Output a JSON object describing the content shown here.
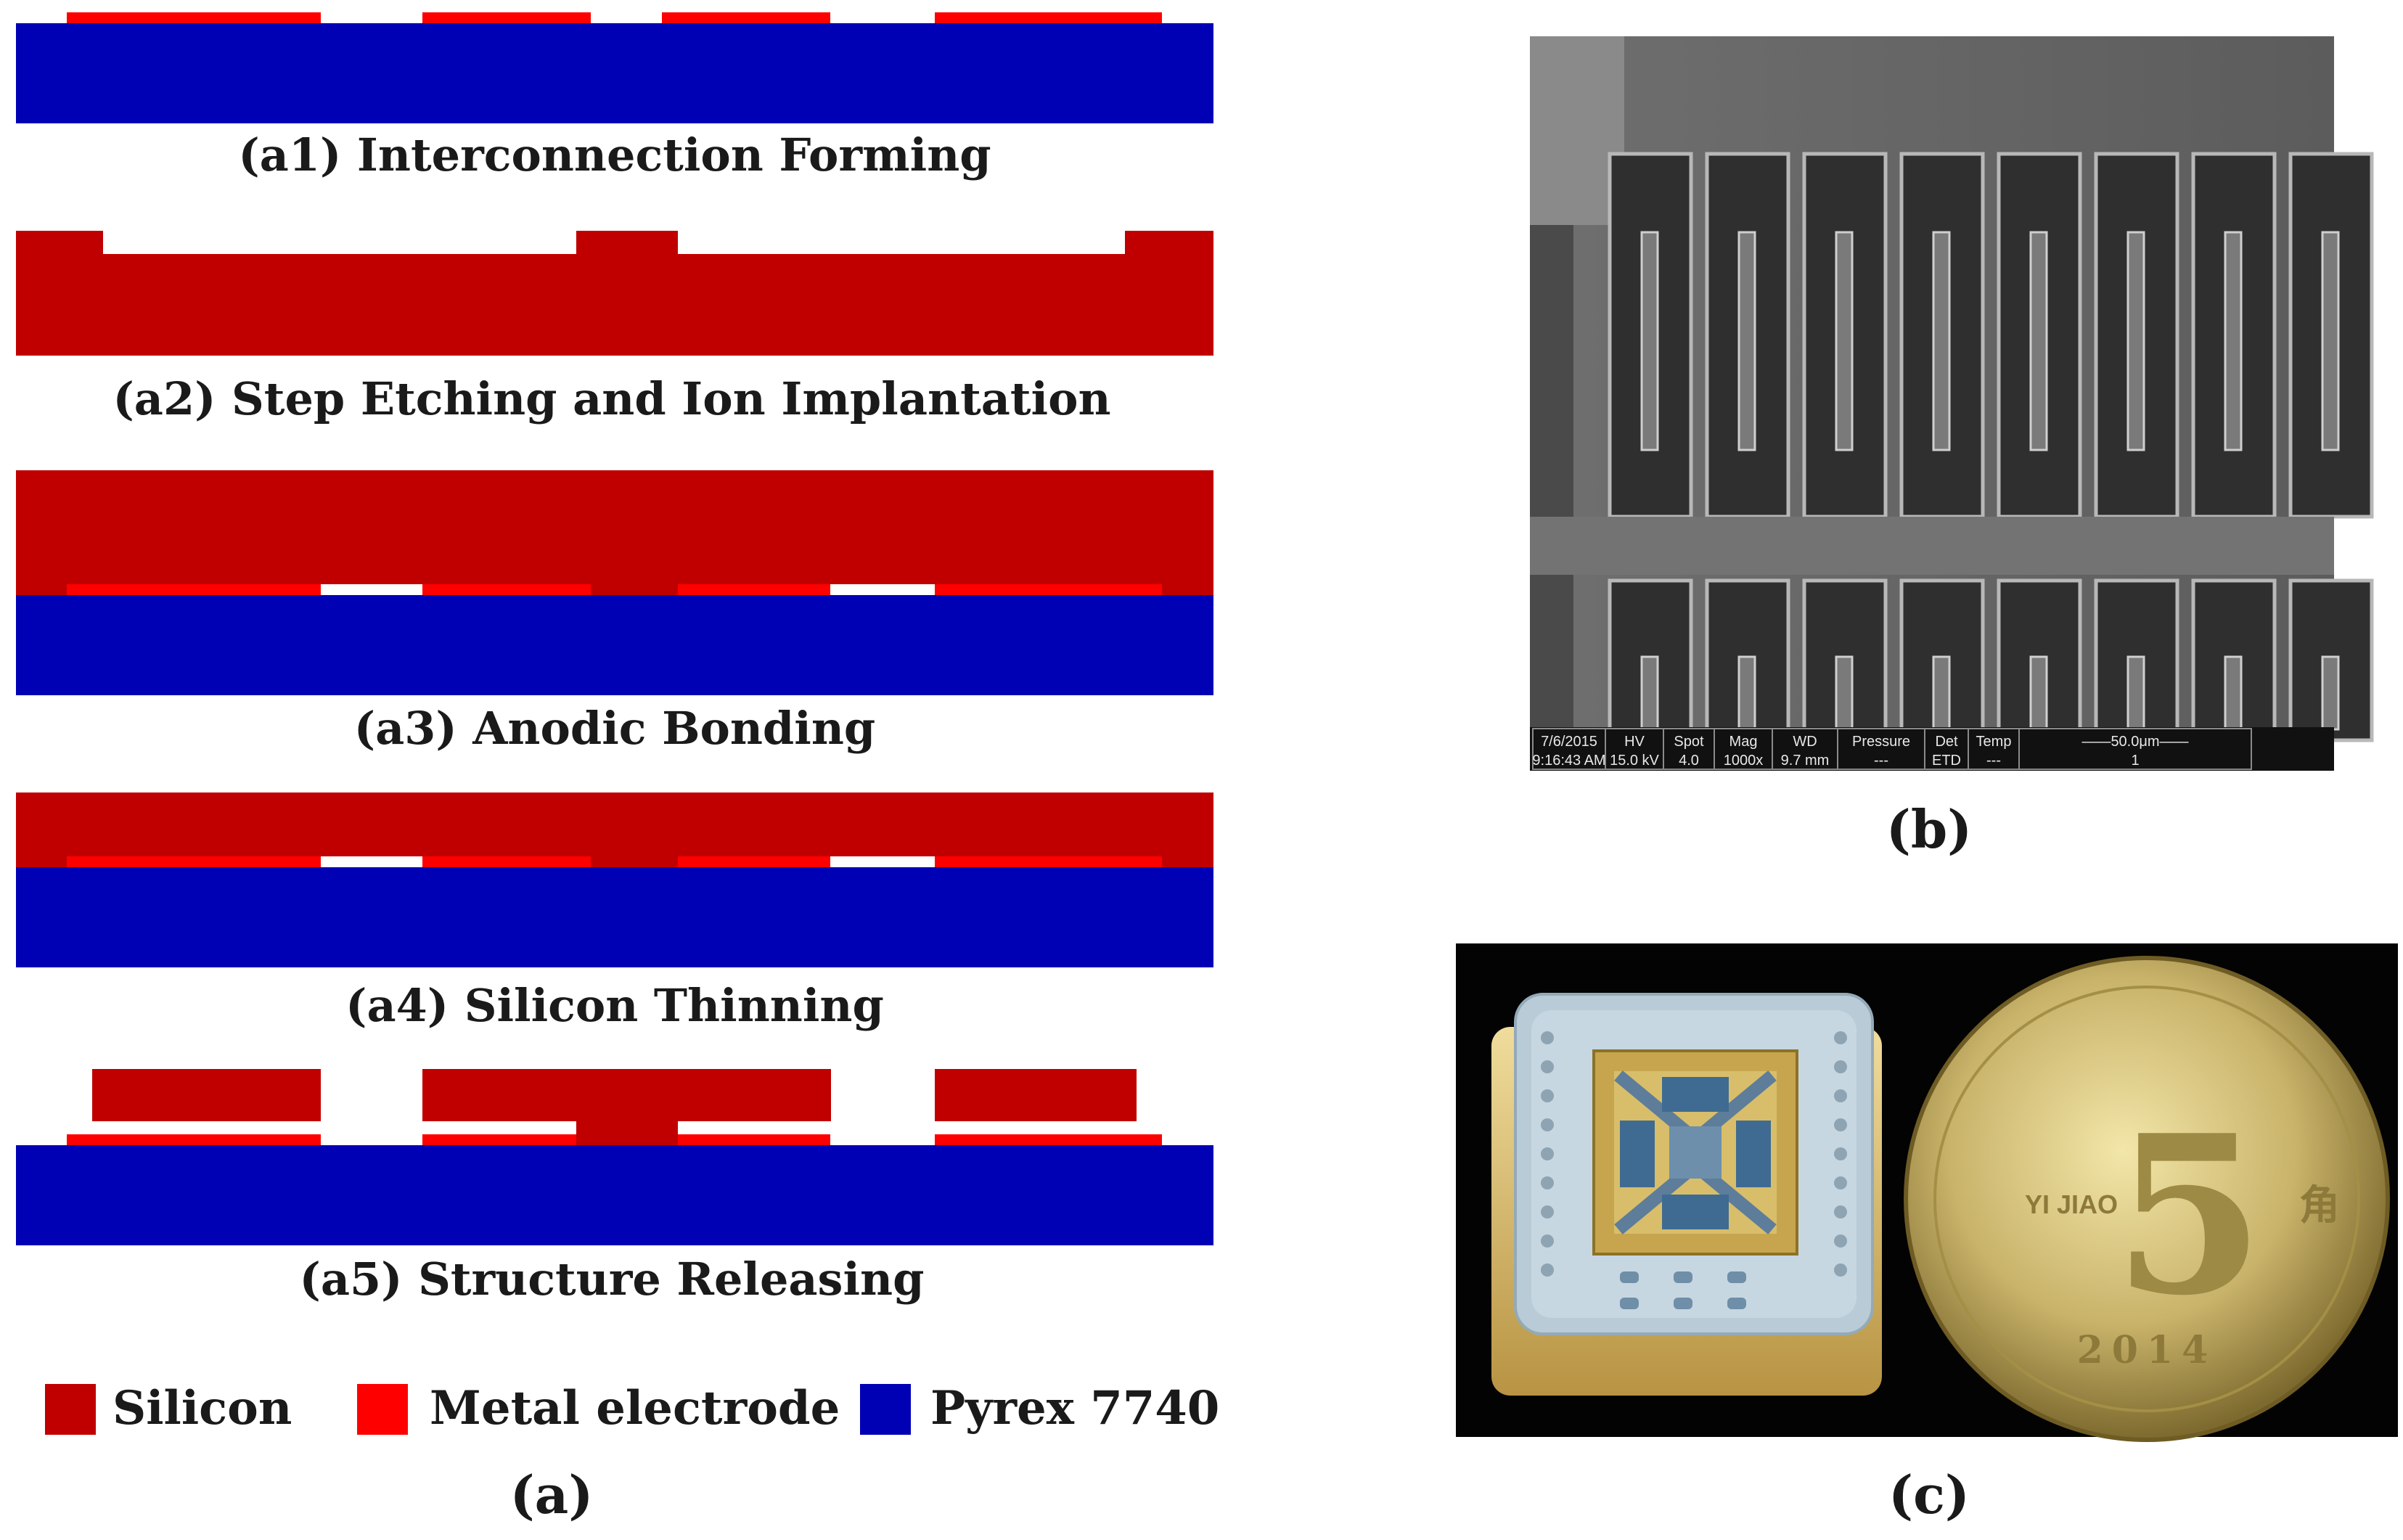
{
  "colors": {
    "silicon": "#c00000",
    "metal_electrode": "#ff0000",
    "pyrex": "#0000b4",
    "sem_background": "#555555",
    "photo_background": "#000000"
  },
  "process_steps": [
    {
      "label": "(a1)  Interconnection Forming"
    },
    {
      "label": "(a2) Step Etching and Ion Implantation"
    },
    {
      "label": "(a3) Anodic Bonding"
    },
    {
      "label": "(a4) Silicon Thinning"
    },
    {
      "label": "(a5) Structure Releasing"
    }
  ],
  "legend": [
    {
      "label": "Silicon",
      "color": "#c00000"
    },
    {
      "label": "Metal electrode",
      "color": "#ff0000"
    },
    {
      "label": "Pyrex 7740",
      "color": "#0000b4"
    }
  ],
  "panel_labels": {
    "a": "(a)",
    "b": "(b)",
    "c": "(c)"
  },
  "sem_info_bar": {
    "headers": [
      "7/6/2015",
      "HV",
      "Spot",
      "Mag",
      "WD",
      "Pressure",
      "Det",
      "Temp",
      "——50.0μm——"
    ],
    "values": [
      "9:16:43 AM",
      "15.0 kV",
      "4.0",
      "1000x",
      "9.7 mm",
      "---",
      "ETD",
      "---",
      "1"
    ]
  },
  "coin_text": {
    "numeral": "5",
    "left": "YI\nJIAO",
    "right": "角",
    "year": "2014"
  }
}
